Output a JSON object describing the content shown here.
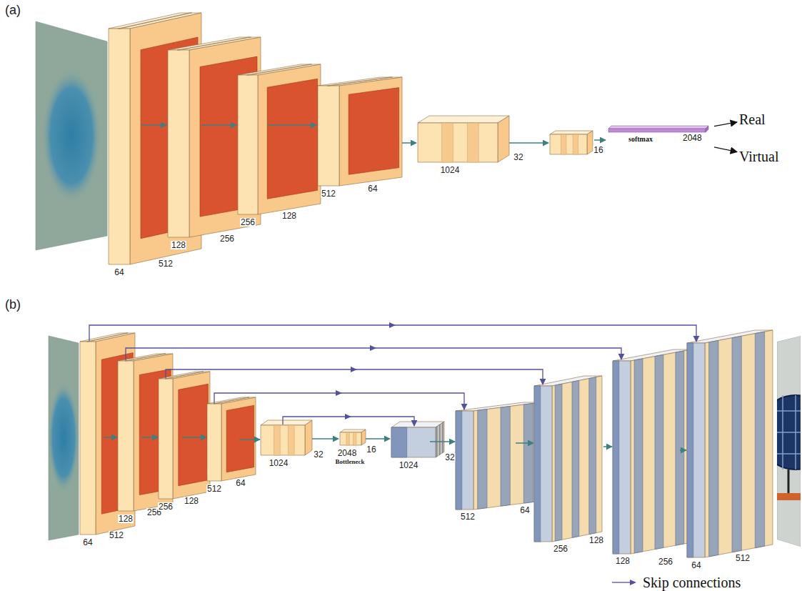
{
  "diagram": {
    "nodes": [
      {
        "text": [
          "softmax",
          "2048"
        ]
      },
      {
        "text": [
          "Real"
        ]
      },
      {
        "text": [
          "Virtual"
        ]
      }
    ],
    "edges": [
      {
        "from": 0,
        "to": 1,
        "arrow": "to"
      },
      {
        "from": 0,
        "to": 2,
        "arrow": "to"
      }
    ],
    "labels": [
      "(a)",
      "64",
      "512",
      "128",
      "256",
      "256",
      "128",
      "512",
      "64",
      "1024",
      "32",
      "16",
      "(b)",
      "64",
      "512",
      "128",
      "256",
      "256",
      "128",
      "512",
      "64",
      "1024",
      "32",
      "2048",
      "16",
      "Bottleneck",
      "1024",
      "32",
      "512",
      "64",
      "256",
      "128",
      "128",
      "256",
      "64",
      "512"
    ],
    "legend": [
      {
        "text": "Skip connections"
      }
    ]
  }
}
